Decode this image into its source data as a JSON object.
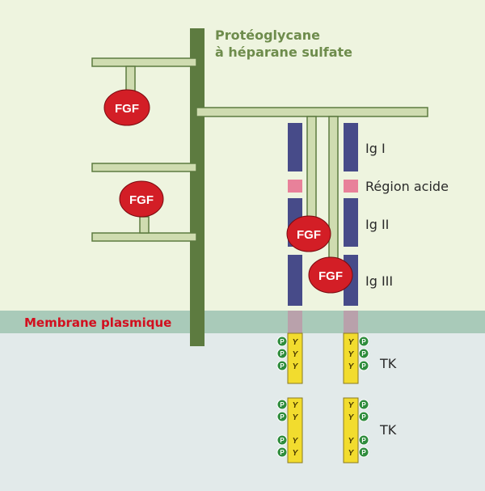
{
  "title_line1": "Protéoglycane",
  "title_line2": "à héparane sulfate",
  "ligand_label": "FGF",
  "phospho_label": "P",
  "tyrosine_label": "Y",
  "membrane_label": "Membrane plasmique",
  "domain_labels": {
    "ig1": "Ig I",
    "acid": "Région acide",
    "ig2": "Ig II",
    "ig3": "Ig III",
    "tk1": "TK",
    "tk2": "TK"
  },
  "colors": {
    "extracellular": "#eef4df",
    "membrane": "#a9cab9",
    "cytoplasm": "#e2eaea",
    "proteoglycan": "#5d7b40",
    "chain_fill": "#cfdcb0",
    "ig_domain": "#474b89",
    "acid_region": "#e8819a",
    "transmembrane": "#b9a1ab",
    "kinase": "#f2dc2e",
    "ligand": "#d31e26",
    "phospho": "#2e8c3c",
    "membrane_text": "#d20f1e",
    "title_text": "#6e8c4c"
  },
  "icons": {
    "ligand": "red-oval",
    "phospho": "green-circle"
  }
}
